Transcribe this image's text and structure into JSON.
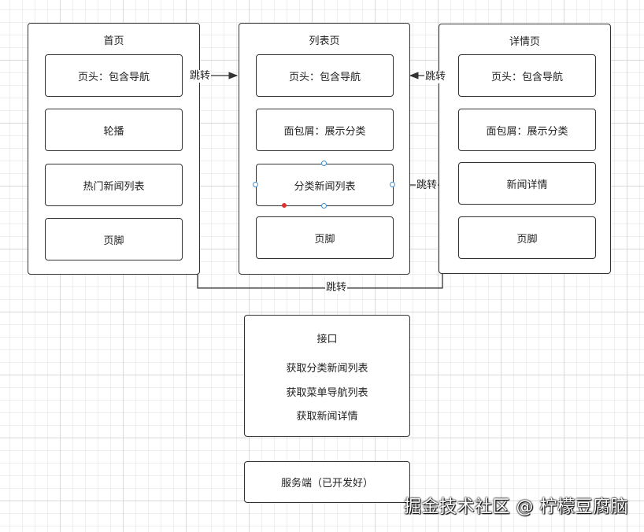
{
  "panels": {
    "home": {
      "title": "首页",
      "boxes": [
        "页头：包含导航",
        "轮播",
        "热门新闻列表",
        "页脚"
      ]
    },
    "list": {
      "title": "列表页",
      "boxes": [
        "页头：包含导航",
        "面包屑：展示分类",
        "分类新闻列表",
        "页脚"
      ]
    },
    "detail": {
      "title": "详情页",
      "boxes": [
        "页头：包含导航",
        "面包屑：展示分类",
        "新闻详情",
        "页脚"
      ]
    }
  },
  "edge_labels": {
    "home_to_list": "跳转",
    "detail_to_list": "跳转",
    "list_to_detail": "跳转",
    "home_to_detail": "跳转"
  },
  "api": {
    "title": "接口",
    "items": [
      "获取分类新闻列表",
      "获取菜单导航列表",
      "获取新闻详情"
    ]
  },
  "server": {
    "label": "服务端（已开发好）"
  },
  "watermark": "掘金技术社区 @ 柠檬豆腐脑",
  "colors": {
    "stroke": "#333333",
    "handle": "#3d8fd6",
    "handle_active": "#e03131"
  }
}
